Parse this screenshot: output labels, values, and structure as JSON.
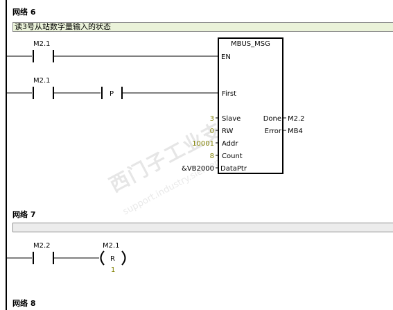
{
  "watermark": {
    "text": "西门子工业支持论坛",
    "sub": "support.industry.siemens.com/cs/cn"
  },
  "networks": [
    {
      "label": "网络 6",
      "comment": "读3号从站数字量输入的状态"
    },
    {
      "label": "网络 7",
      "comment": ""
    },
    {
      "label": "网络 8"
    }
  ],
  "net6": {
    "contact1": "M2.1",
    "contact2": "M2.1",
    "p_label": "P",
    "block": {
      "title": "MBUS_MSG",
      "en": "EN",
      "first": "First",
      "slave": "Slave",
      "rw": "RW",
      "addr": "Addr",
      "count": "Count",
      "dataptr": "DataPtr",
      "done": "Done",
      "error": "Error"
    },
    "inputs": {
      "slave": "3",
      "rw": "0",
      "addr": "10001",
      "count": "8",
      "dataptr": "&VB2000"
    },
    "outputs": {
      "done": "M2.2",
      "error": "MB4"
    }
  },
  "net7": {
    "contact": "M2.2",
    "coil_addr": "M2.1",
    "coil_type": "R",
    "coil_count": "1"
  },
  "colors": {
    "const": "#808000",
    "comment_bg": "#eaf2d9",
    "rail": "#000000"
  }
}
